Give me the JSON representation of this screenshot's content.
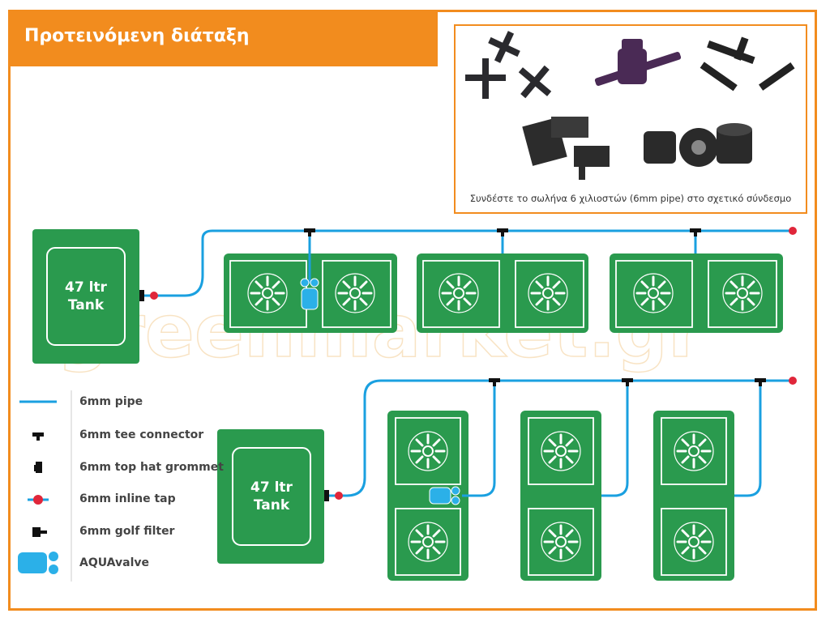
{
  "header": {
    "title": "Προτεινόμενη διάταξη"
  },
  "photo_panel": {
    "caption": "Συνδέστε το σωλήνα 6 χιλιοστών (6mm pipe) στο σχετικό σύνδεσμο"
  },
  "tanks": [
    {
      "label_line1": "47 ltr",
      "label_line2": "Tank"
    },
    {
      "label_line1": "47 ltr",
      "label_line2": "Tank"
    }
  ],
  "legend": [
    {
      "label": "6mm pipe",
      "icon": "pipe-icon"
    },
    {
      "label": "6mm tee connector",
      "icon": "tee-connector-icon"
    },
    {
      "label": "6mm top hat grommet",
      "icon": "grommet-icon"
    },
    {
      "label": "6mm inline tap",
      "icon": "inline-tap-icon"
    },
    {
      "label": "6mm golf filter",
      "icon": "golf-filter-icon"
    },
    {
      "label": "AQUAvalve",
      "icon": "aquavalve-icon"
    }
  ],
  "watermark": "greenmarket.gr",
  "colors": {
    "orange": "#f28c1e",
    "green": "#2a9a4e",
    "pipe": "#1aa0e0",
    "tap": "#e0263a",
    "valve": "#2bb0e8"
  }
}
